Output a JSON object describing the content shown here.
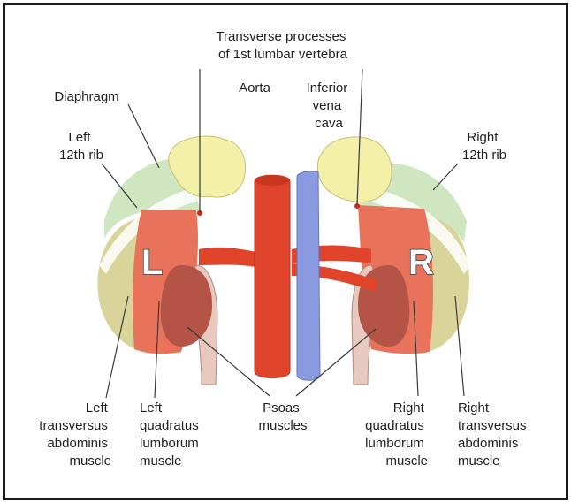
{
  "diagram": {
    "labels": {
      "transverse_processes": [
        "Transverse processes",
        "of 1st lumbar vertebra"
      ],
      "diaphragm": [
        "Diaphragm"
      ],
      "aorta": [
        "Aorta"
      ],
      "inferior_vena_cava": [
        "Inferior",
        "vena",
        "cava"
      ],
      "left_12th_rib": [
        "Left",
        "12th rib"
      ],
      "right_12th_rib": [
        "Right",
        "12th rib"
      ],
      "left_transversus": [
        "Left",
        "transversus",
        "abdominis",
        "muscle"
      ],
      "left_quadratus": [
        "Left",
        "quadratus",
        "lumborum",
        "muscle"
      ],
      "psoas": [
        "Psoas",
        "muscles"
      ],
      "right_quadratus": [
        "Right",
        "quadratus",
        "lumborum",
        "muscle"
      ],
      "right_transversus": [
        "Right",
        "transversus",
        "abdominis",
        "muscle"
      ]
    },
    "kidney_letters": {
      "left": "L",
      "right": "R"
    },
    "colors": {
      "kidney": "#e8735a",
      "vessel_artery": "#e0452c",
      "vessel_vein": "#8a9ae0",
      "adrenal": "#f3f0a8",
      "diaphragm": "#cfe6c0",
      "transversus": "#d9d49a",
      "psoas": "#e8c9c0"
    }
  }
}
